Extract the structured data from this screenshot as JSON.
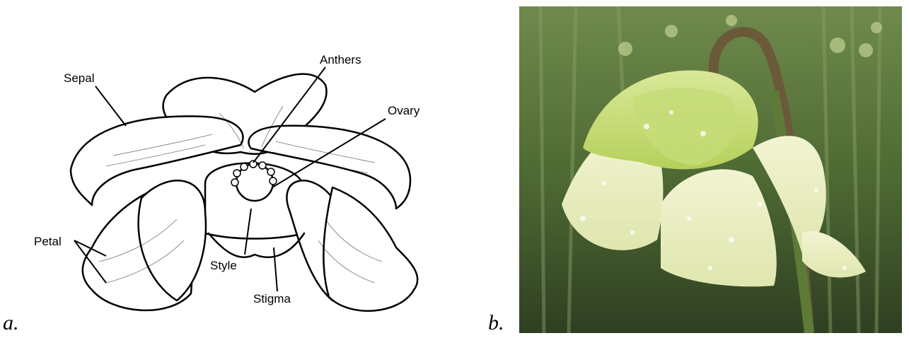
{
  "panels": {
    "a": {
      "letter": "a."
    },
    "b": {
      "letter": "b."
    }
  },
  "diagram": {
    "labels": {
      "sepal": "Sepal",
      "anthers": "Anthers",
      "ovary": "Ovary",
      "petal": "Petal",
      "style": "Style",
      "stigma": "Stigma"
    }
  },
  "photo": {
    "subject": "pitcher-plant-flower"
  },
  "colors": {
    "line": "#000000",
    "petal_photo": "#e8ecc0",
    "stem": "#5a7a35",
    "background_green": "#4f6b34"
  }
}
